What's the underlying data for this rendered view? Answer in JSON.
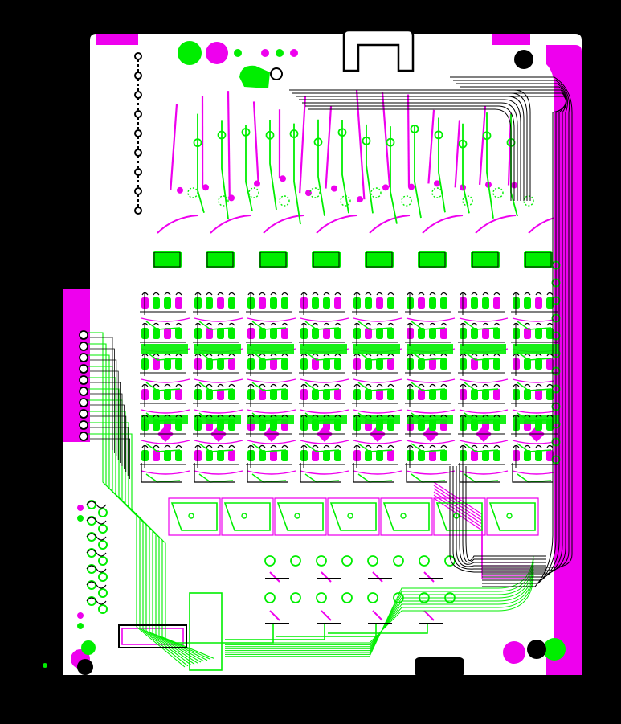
{
  "colors": {
    "background": "#ffffff",
    "frame": "#000000",
    "board": "#ffffff",
    "top_copper": "#00ee00",
    "bottom_copper": "#ee00ee",
    "silkscreen": "#000000"
  },
  "layers": [
    "top-copper",
    "bottom-copper",
    "silkscreen"
  ],
  "grid": {
    "channel_columns": 8,
    "pad_rows": 6,
    "header_pins": 9,
    "edge_connector_left_pins": 10,
    "edge_connector_bottom_pins": 14,
    "relay_blocks": 7,
    "lower_stage_columns": 4
  }
}
